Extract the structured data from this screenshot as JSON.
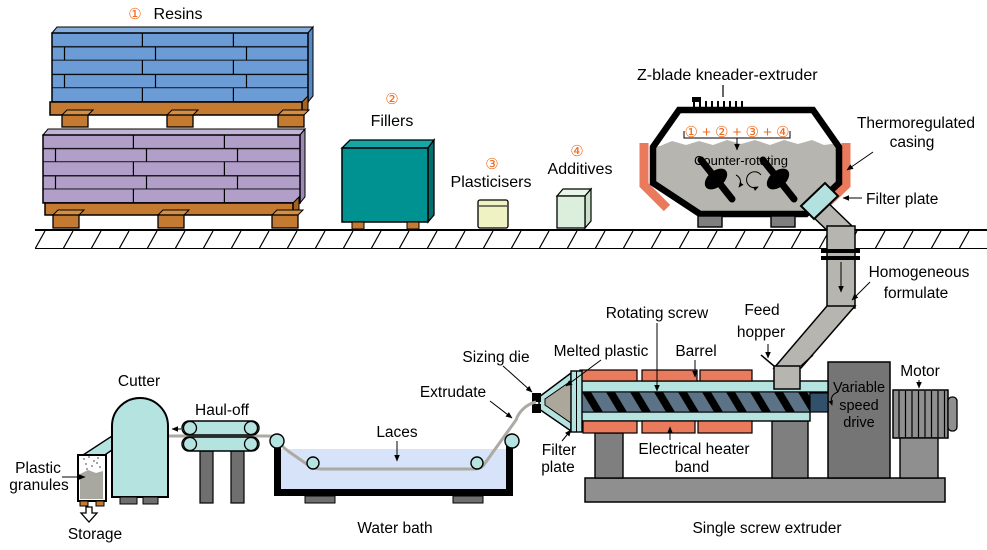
{
  "upstream": {
    "resins": {
      "num": "①",
      "label": "Resins"
    },
    "fillers": {
      "num": "②",
      "label": "Fillers"
    },
    "plasticisers": {
      "num": "③",
      "label": "Plasticisers"
    },
    "additives": {
      "num": "④",
      "label": "Additives"
    }
  },
  "kneader": {
    "title": "Z-blade kneader-extruder",
    "mixture": "① + ② + ③ + ④",
    "counter_rotating": "Counter-rotating",
    "thermo_line1": "Thermoregulated",
    "thermo_line2": "casing",
    "filter_plate": "Filter plate",
    "homogeneous_line1": "Homogeneous",
    "homogeneous_line2": "formulate"
  },
  "extruder": {
    "rotating_screw": "Rotating screw",
    "feed_line1": "Feed",
    "feed_line2": "hopper",
    "melted_plastic": "Melted plastic",
    "barrel": "Barrel",
    "sizing_die": "Sizing die",
    "extrudate": "Extrudate",
    "filter_line1": "Filter",
    "filter_line2": "plate",
    "heater_line1": "Electrical heater",
    "heater_line2": "band",
    "vsd_line1": "Variable",
    "vsd_line2": "speed",
    "vsd_line3": "drive",
    "motor": "Motor",
    "caption": "Single screw extruder"
  },
  "downstream": {
    "laces": "Laces",
    "water_bath": "Water bath",
    "haul_off": "Haul-off",
    "cutter": "Cutter",
    "granules_line1": "Plastic",
    "granules_line2": "granules",
    "storage": "Storage"
  },
  "colors": {
    "accent_orange": "#F26A1B",
    "heater_salmon": "#EA7A5C",
    "fillers_teal": "#009191",
    "machine_cyan": "#B5E3E0",
    "water_blue": "#D6E3F8",
    "brick_blue": "#6C9CD6",
    "brick_purple": "#B19FC9",
    "pallet_brown": "#C47A30",
    "pipe_gray": "#B7B5AF",
    "screw_slate": "#5C7286",
    "plasticiser_yellow": "#EFF2C2",
    "additive_green": "#DCEEDC"
  }
}
